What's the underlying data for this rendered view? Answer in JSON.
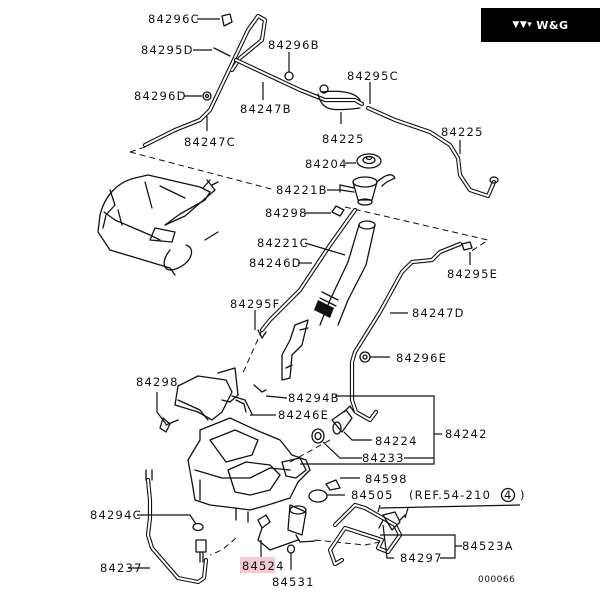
{
  "logo": {
    "text": "W&G",
    "mark": "▼▼▾"
  },
  "highlight_color": "#f7c9d0",
  "labels": {
    "p84296C": "84296C",
    "p84295D": "84295D",
    "p84296B": "84296B",
    "p84296D": "84296D",
    "p84247B": "84247B",
    "p84295C": "84295C",
    "p84247C": "84247C",
    "p84225a": "84225",
    "p84225b": "84225",
    "p84204": "84204",
    "p84221B": "84221B",
    "p84298a": "84298",
    "p84221C": "84221C",
    "p84246D": "84246D",
    "p84295E": "84295E",
    "p84295F": "84295F",
    "p84247D": "84247D",
    "p84296E": "84296E",
    "p84298b": "84298",
    "p84294B": "84294B",
    "p84246E": "84246E",
    "p84224": "84224",
    "p84242": "84242",
    "p84233": "84233",
    "p84598": "84598",
    "p84505": "84505",
    "ref": "(REF.54-210",
    "ref_num": "4",
    "ref_close": ")",
    "p84294C": "84294C",
    "p84523A": "84523A",
    "p84297": "84297",
    "p84237": "84237",
    "p84524": "84524",
    "p84531": "84531",
    "diagram_code": "000066"
  }
}
